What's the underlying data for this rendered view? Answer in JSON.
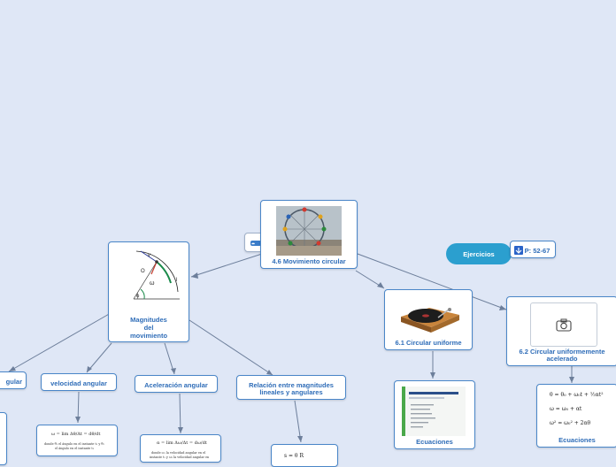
{
  "nodes": {
    "root": {
      "title": "4.6 Movimiento circular"
    },
    "magnitudes": {
      "title": "Magnitudes del movimiento",
      "line1": "Magnitudes",
      "line2": "del",
      "line3": "movimiento"
    },
    "ang_pos": {
      "title": "gular"
    },
    "vel_ang": {
      "title": "velocidad angular"
    },
    "acel_ang": {
      "title": "Aceleración angular"
    },
    "relacion": {
      "title": "Relación entre magnitudes lineales y angulares",
      "line1": "Relación entre magnitudes",
      "line2": "lineales y angulares"
    },
    "mcu": {
      "title": "6.1 Circular uniforme"
    },
    "mcua": {
      "title": "6.2 Circular uniformemente acelerado",
      "line1": "6.2 Circular uniformemente",
      "line2": "acelerado"
    },
    "ecu1": {
      "title": "Ecuaciones"
    },
    "ecu2": {
      "title": "Ecuaciones"
    },
    "ejercicios": {
      "title": "Ejercicios"
    },
    "pages": {
      "title": "P: 52-67"
    }
  },
  "formulas": {
    "vel": "ω = lim Δθ/Δt = dθ/dt",
    "vel_note_1": "donde θ₁ el ángulo en el instante t₁ y θ₂",
    "vel_note_2": "el ángulo en el instante t₂",
    "acel": "α = lim Δω/Δt = dω/dt",
    "acel_note_1": "donde ω₁ la velocidad angular en el",
    "acel_note_2": "instante t₁ y ω₂ la velocidad angular en",
    "rel": "s = θ R",
    "eq1": "θ = θ₀ + ω₀t + ½αt²",
    "eq2": "ω = ω₀ + αt",
    "eq3": "ω² = ω₀² + 2αθ",
    "diagram_v": "v",
    "diagram_o": "O",
    "diagram_w": "ω",
    "diagram_phi": "ϕ",
    "diagram_l": "l"
  },
  "colors": {
    "background": "#dfe7f6",
    "border": "#4a86c8",
    "text": "#2f6db8",
    "pill": "#2b9fcf"
  },
  "icons": [
    "camera-icon",
    "link-icon",
    "document-icon",
    "ferris-wheel-image",
    "turntable-image"
  ]
}
